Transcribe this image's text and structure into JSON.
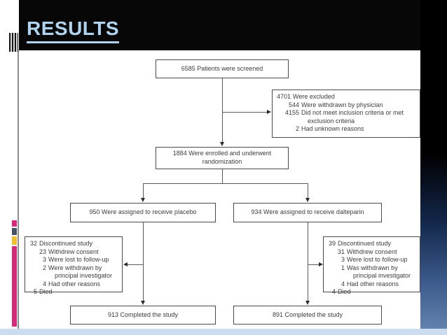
{
  "slide": {
    "title": "RESULTS",
    "accent_colors": {
      "title_blue": "#b0d4ef",
      "header_black": "#070707",
      "gradient_blue": "#6281ac",
      "bottom_strip_blue": "#cbdbf0",
      "mark_pink": "#d6297e",
      "mark_slate": "#455264",
      "mark_gold": "#eebd31"
    }
  },
  "flowchart": {
    "screened": {
      "text": "6585 Patients were screened"
    },
    "excluded": {
      "items": [
        {
          "num": "4701",
          "text": "Were excluded"
        },
        {
          "num": "544",
          "text": "Were withdrawn by physician"
        },
        {
          "num": "4155",
          "text": "Did not meet inclusion criteria or met exclusion criteria"
        },
        {
          "num": "2",
          "text": "Had unknown reasons"
        }
      ]
    },
    "enrolled": {
      "text": "1884 Were enrolled and underwent randomization"
    },
    "placebo_assigned": {
      "text": "950 Were assigned to receive placebo"
    },
    "dalteparin_assigned": {
      "text": "934 Were assigned to receive dalteparin"
    },
    "placebo_discontinued": {
      "items": [
        {
          "num": "32",
          "text": "Discontinued study"
        },
        {
          "num": "23",
          "text": "Withdrew consent"
        },
        {
          "num": "3",
          "text": "Were lost to follow-up"
        },
        {
          "num": "2",
          "text": "Were withdrawn by principal investigator"
        },
        {
          "num": "4",
          "text": "Had other reasons"
        },
        {
          "num": "5",
          "text": "Died"
        }
      ]
    },
    "dalteparin_discontinued": {
      "items": [
        {
          "num": "39",
          "text": "Discontinued study"
        },
        {
          "num": "31",
          "text": "Withdrew consent"
        },
        {
          "num": "3",
          "text": "Were lost to follow-up"
        },
        {
          "num": "1",
          "text": "Was withdrawn by principal investigator"
        },
        {
          "num": "4",
          "text": "Had other reasons"
        },
        {
          "num": "4",
          "text": "Died"
        }
      ]
    },
    "placebo_completed": {
      "text": "913 Completed the study"
    },
    "dalteparin_completed": {
      "text": "891 Completed the study"
    }
  }
}
